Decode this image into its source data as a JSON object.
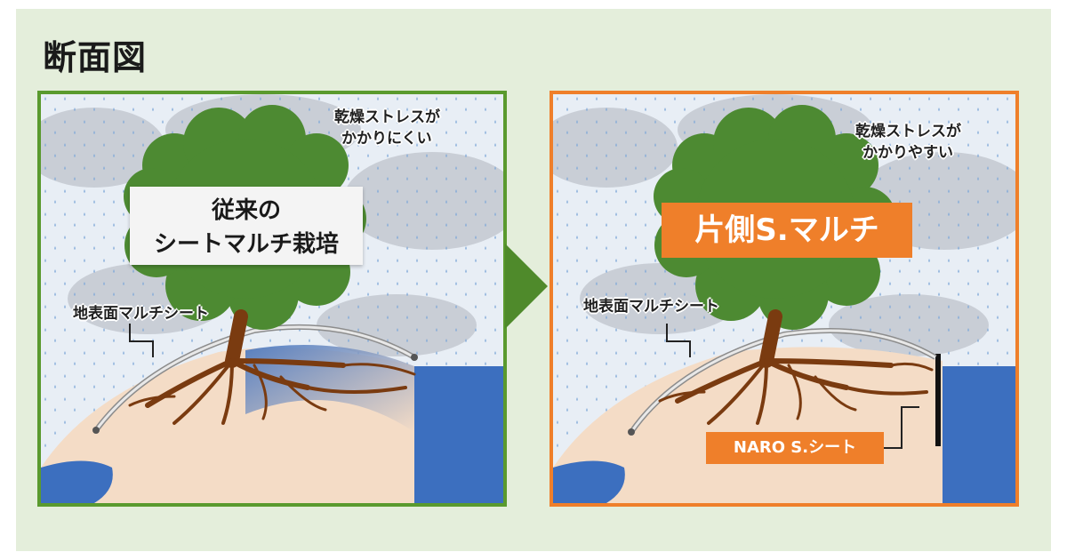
{
  "title": "断面図",
  "left_panel": {
    "stress_line1": "乾燥ストレスが",
    "stress_line2": "かかりにくい",
    "method_line1": "従来の",
    "method_line2": "シートマルチ栽培",
    "mulch_label": "地表面マルチシート"
  },
  "right_panel": {
    "stress_line1": "乾燥ストレスが",
    "stress_line2": "かかりやすい",
    "method_label": "片側S.マルチ",
    "mulch_label": "地表面マルチシート",
    "sheet_label": "NARO S.シート"
  },
  "colors": {
    "background": "#e4eedb",
    "left_border": "#5a9a2e",
    "right_border": "#ef7f2a",
    "arrow": "#4f8a2b",
    "tree": "#4d8a32",
    "trunk": "#7a3b10",
    "water": "#3c6fbf",
    "soil": "#f4dcc6"
  },
  "icons": [
    "rain-drops",
    "cloud",
    "tree",
    "roots",
    "arrow-right"
  ]
}
